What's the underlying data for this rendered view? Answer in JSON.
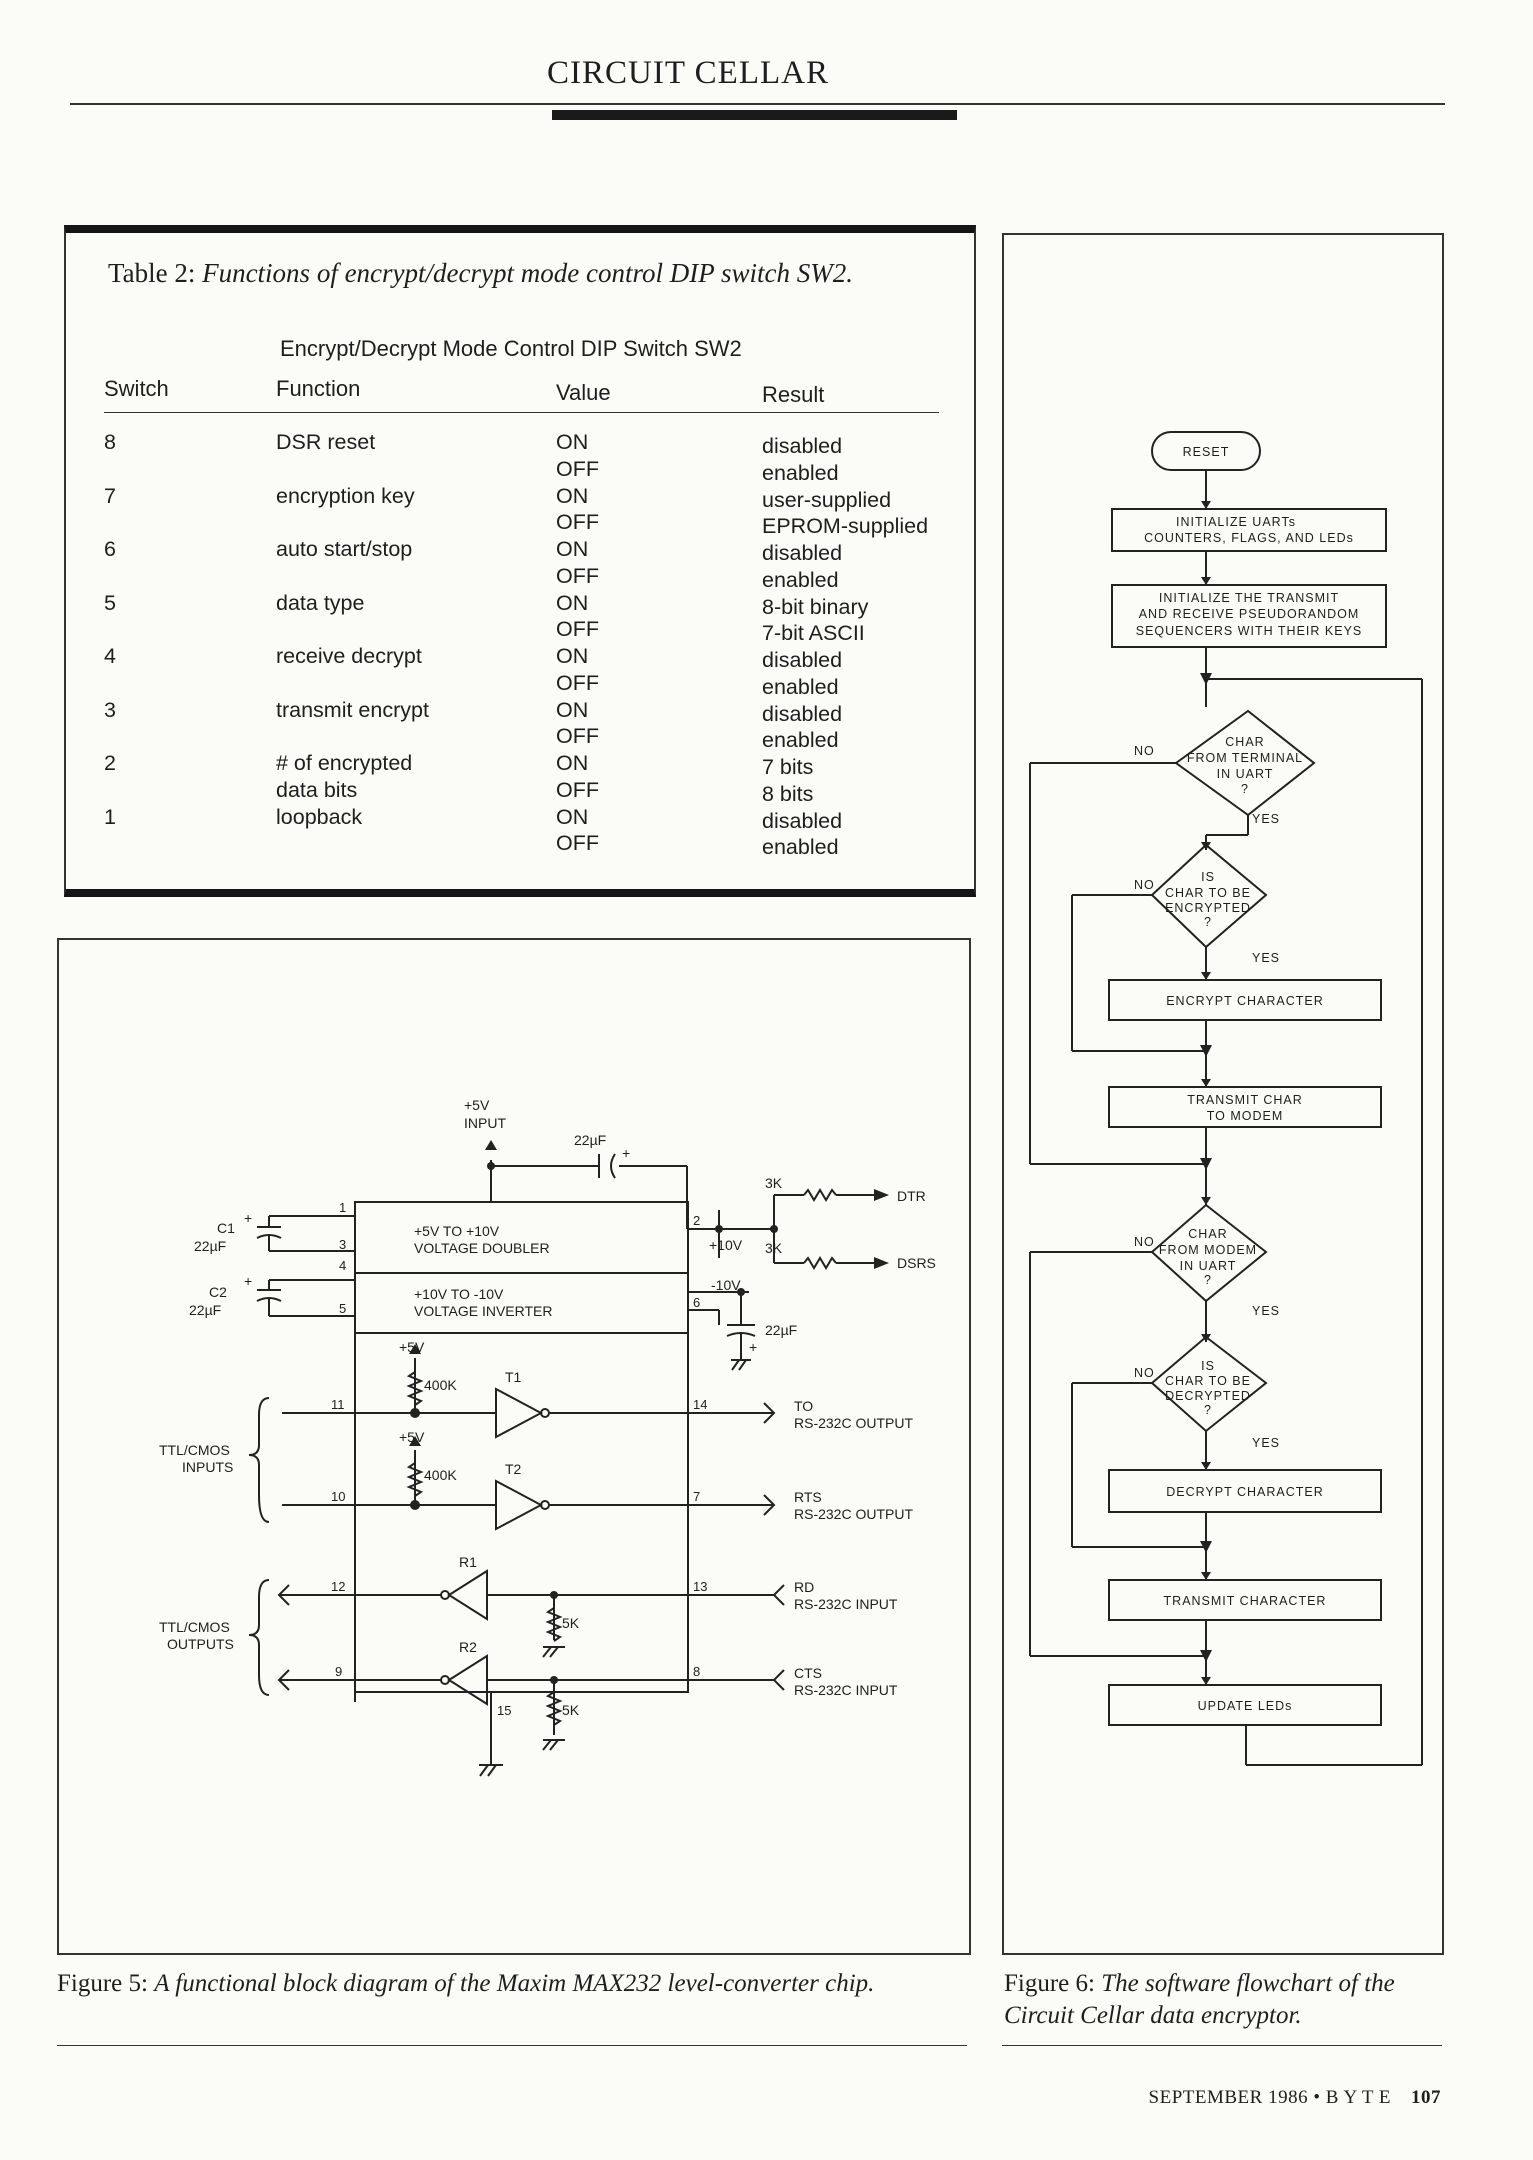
{
  "header": {
    "title": "CIRCUIT CELLAR"
  },
  "table": {
    "caption_label": "Table 2:",
    "caption_text": "Functions of encrypt/decrypt mode control DIP switch SW2.",
    "title": "Encrypt/Decrypt Mode Control DIP Switch SW2",
    "columns": [
      "Switch",
      "Function",
      "Value",
      "Result"
    ],
    "rows": [
      {
        "switch": "8",
        "function": "DSR reset",
        "values": [
          "ON",
          "OFF"
        ],
        "results": [
          "disabled",
          "enabled"
        ]
      },
      {
        "switch": "7",
        "function": "encryption key",
        "values": [
          "ON",
          "OFF"
        ],
        "results": [
          "user-supplied",
          "EPROM-supplied"
        ]
      },
      {
        "switch": "6",
        "function": "auto start/stop",
        "values": [
          "ON",
          "OFF"
        ],
        "results": [
          "disabled",
          "enabled"
        ]
      },
      {
        "switch": "5",
        "function": "data type",
        "values": [
          "ON",
          "OFF"
        ],
        "results": [
          "8-bit binary",
          "7-bit ASCII"
        ]
      },
      {
        "switch": "4",
        "function": "receive decrypt",
        "values": [
          "ON",
          "OFF"
        ],
        "results": [
          "disabled",
          "enabled"
        ]
      },
      {
        "switch": "3",
        "function": "transmit encrypt",
        "values": [
          "ON",
          "OFF"
        ],
        "results": [
          "disabled",
          "enabled"
        ]
      },
      {
        "switch": "2",
        "function": "# of encrypted",
        "function2": "data bits",
        "values": [
          "ON",
          "OFF"
        ],
        "results": [
          "7 bits",
          "8 bits"
        ]
      },
      {
        "switch": "1",
        "function": "loopback",
        "values": [
          "ON",
          "OFF"
        ],
        "results": [
          "disabled",
          "enabled"
        ]
      }
    ]
  },
  "figure5": {
    "caption_label": "Figure 5:",
    "caption_text": "A functional block diagram of the Maxim MAX232 level-converter chip.",
    "labels": {
      "input1": "+5V",
      "input2": "INPUT",
      "cap_top": "22µF",
      "c1": "C1",
      "c1v": "22µF",
      "c2": "C2",
      "c2v": "22µF",
      "doubler1": "+5V TO +10V",
      "doubler2": "VOLTAGE DOUBLER",
      "inverter1": "+10V TO -10V",
      "inverter2": "VOLTAGE INVERTER",
      "plus10": "+10V",
      "minus10": "-10V",
      "cap_right": "22µF",
      "r3k_a": "3K",
      "r3k_b": "3K",
      "dtr": "DTR",
      "dsrs": "DSRS",
      "vcc1": "+5V",
      "vcc2": "+5V",
      "r400k_a": "400K",
      "r400k_b": "400K",
      "t1": "T1",
      "t2": "T2",
      "r1": "R1",
      "r2": "R2",
      "r5k_a": "5K",
      "r5k_b": "5K",
      "ttl_in1": "TTL/CMOS",
      "ttl_in2": "INPUTS",
      "ttl_out1": "TTL/CMOS",
      "ttl_out2": "OUTPUTS",
      "out1a": "TO",
      "out1b": "RS-232C OUTPUT",
      "out2a": "RTS",
      "out2b": "RS-232C OUTPUT",
      "in1a": "RD",
      "in1b": "RS-232C INPUT",
      "in2a": "CTS",
      "in2b": "RS-232C INPUT",
      "pins": [
        "1",
        "3",
        "4",
        "5",
        "2",
        "6",
        "11",
        "14",
        "10",
        "7",
        "12",
        "13",
        "9",
        "8",
        "15"
      ],
      "plus_signs": [
        "+",
        "+",
        "+",
        "+"
      ]
    }
  },
  "figure6": {
    "caption_label": "Figure 6:",
    "caption_text": "The software flowchart of the Circuit Cellar data encryptor.",
    "nodes": {
      "reset": "RESET",
      "init1a": "INITIALIZE UARTs",
      "init1b": "COUNTERS, FLAGS, AND LEDs",
      "init2a": "INITIALIZE THE TRANSMIT",
      "init2b": "AND RECEIVE PSEUDORANDOM",
      "init2c": "SEQUENCERS WITH THEIR KEYS",
      "d1a": "CHAR",
      "d1b": "FROM TERMINAL",
      "d1c": "IN UART",
      "d1d": "?",
      "d2a": "IS",
      "d2b": "CHAR TO BE",
      "d2c": "ENCRYPTED",
      "d2d": "?",
      "encrypt": "ENCRYPT CHARACTER",
      "tx1": "TRANSMIT CHAR",
      "tx2": "TO MODEM",
      "d3a": "CHAR",
      "d3b": "FROM MODEM",
      "d3c": "IN UART",
      "d3d": "?",
      "d4a": "IS",
      "d4b": "CHAR TO BE",
      "d4c": "DECRYPTED",
      "d4d": "?",
      "decrypt": "DECRYPT CHARACTER",
      "txchar": "TRANSMIT CHARACTER",
      "update": "UPDATE LEDs",
      "yes": "YES",
      "no": "NO"
    }
  },
  "footer": {
    "issue": "SEPTEMBER 1986 • B Y T E",
    "page": "107"
  }
}
